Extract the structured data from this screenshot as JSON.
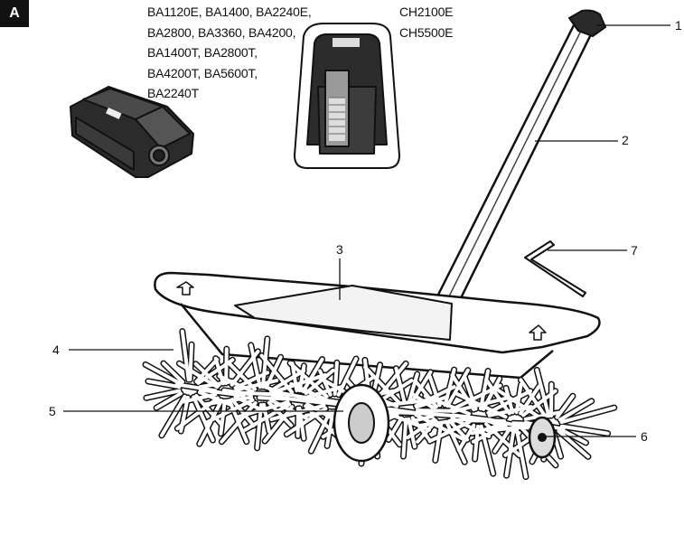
{
  "figure_letter": "A",
  "battery_models": [
    "BA1120E, BA1400, BA2240E,",
    "BA2800, BA3360, BA4200,",
    "BA1400T, BA2800T,",
    "BA4200T, BA5600T,",
    "BA2240T"
  ],
  "charger_models": [
    "CH2100E",
    "CH5500E"
  ],
  "callouts": [
    "1",
    "2",
    "3",
    "4",
    "5",
    "6",
    "7"
  ]
}
